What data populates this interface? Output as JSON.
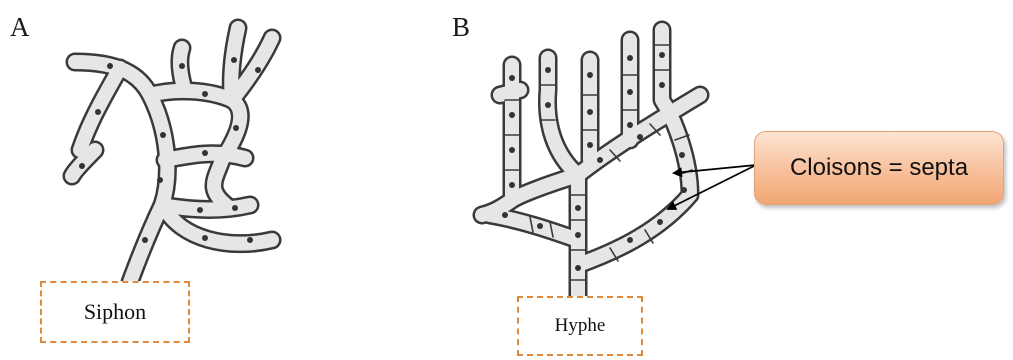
{
  "panels": {
    "a": {
      "letter": "A",
      "label": "Siphon"
    },
    "b": {
      "letter": "B",
      "label": "Hyphe"
    }
  },
  "callout": {
    "text": "Cloisons = septa",
    "color": "#f7bf9a"
  },
  "colors": {
    "box_border": "#e08a3c",
    "hypha_fill": "#e6e6e6",
    "hypha_outline": "#3a3a3a",
    "nucleus": "#333333"
  }
}
